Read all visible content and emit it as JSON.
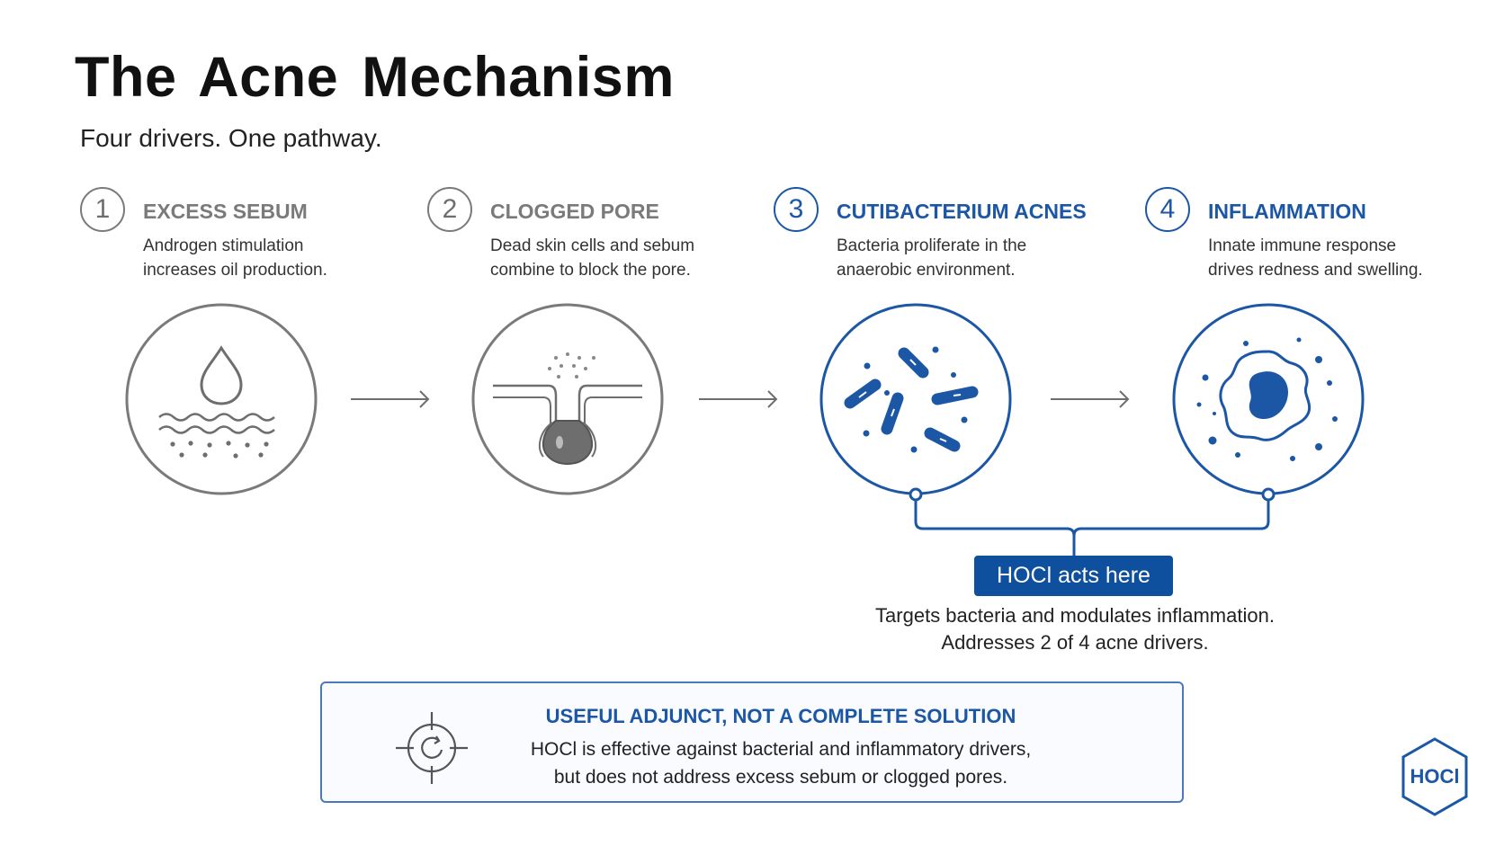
{
  "title": "The Acne Mechanism",
  "subtitle": "Four drivers. One pathway.",
  "steps": [
    {
      "number": "1",
      "title": "EXCESS SEBUM",
      "line1": "Androgen stimulation",
      "line2": "increases oil production.",
      "icon": "oil-drop-icon"
    },
    {
      "number": "2",
      "title": "CLOGGED PORE",
      "line1": "Dead skin cells and sebum",
      "line2": "combine to block the pore.",
      "icon": "clogged-pore-icon"
    },
    {
      "number": "3",
      "title": "CUTIBACTERIUM ACNES",
      "line1": "Bacteria proliferate in the",
      "line2": "anaerobic environment.",
      "icon": "bacteria-icon"
    },
    {
      "number": "4",
      "title": "INFLAMMATION",
      "line1": "Innate immune response",
      "line2": "drives redness and swelling.",
      "icon": "immune-cell-icon"
    }
  ],
  "hocl": {
    "badge": "HOCl acts here",
    "line1": "Targets bacteria and modulates inflammation.",
    "line2": "Addresses 2 of 4 acne drivers."
  },
  "callout": {
    "title": "USEFUL ADJUNCT, NOT A COMPLETE SOLUTION",
    "line1": "HOCl is effective against bacterial and inflammatory drivers,",
    "line2": "but does not address excess sebum or clogged pores.",
    "icon": "target-crosshair-icon"
  },
  "logo": {
    "text": "HOCl",
    "icon": "hexagon-logo-icon"
  },
  "colors": {
    "accent": "#1c57a6",
    "badge": "#0e4f9e",
    "gray": "#7a7a7a",
    "text": "#222222"
  }
}
